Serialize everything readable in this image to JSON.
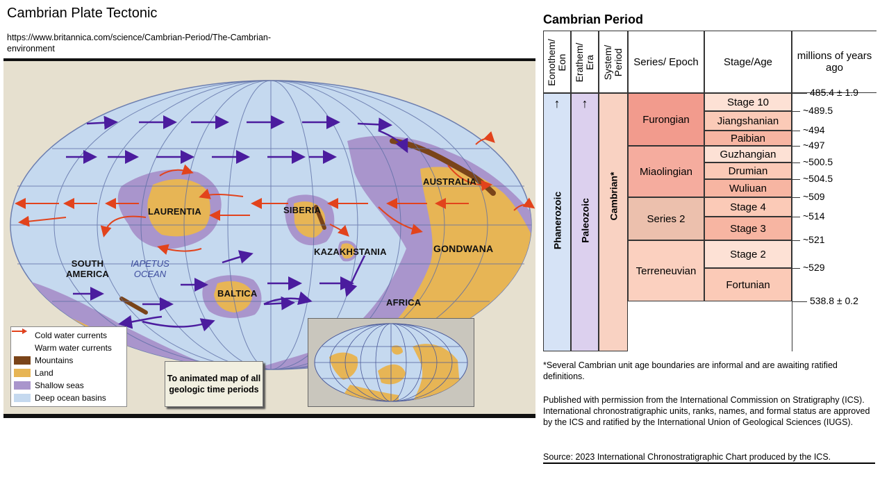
{
  "slide": {
    "title": "Cambrian Plate Tectonic",
    "source_url": "https://www.britannica.com/science/Cambrian-Period/The-Cambrian-environment"
  },
  "map": {
    "labels": {
      "laurentia": "LAURENTIA",
      "siberia": "SIBERIA",
      "kazakhstania": "KAZAKHSTANIA",
      "australia": "AUSTRALIA",
      "gondwana": "GONDWANA",
      "south_america": "SOUTH AMERICA",
      "iapetus_ocean": "IAPETUS OCEAN",
      "baltica": "BALTICA",
      "africa": "AFRICA"
    },
    "legend": [
      {
        "label": "Cold water currents",
        "kind": "arrow",
        "color": "#4b1c9e"
      },
      {
        "label": "Warm water currents",
        "kind": "arrow",
        "color": "#e2431c"
      },
      {
        "label": "Mountains",
        "kind": "swatch",
        "color": "#7a4419"
      },
      {
        "label": "Land",
        "kind": "swatch",
        "color": "#e7b555"
      },
      {
        "label": "Shallow seas",
        "kind": "swatch",
        "color": "#a995cc"
      },
      {
        "label": "Deep ocean basins",
        "kind": "swatch",
        "color": "#c5d9ef"
      }
    ],
    "animated_button_label": "To animated map of all geologic time periods"
  },
  "chart": {
    "title": "Cambrian Period",
    "headers": {
      "eon": "Eonothem/ Eon",
      "era": "Erathem/ Era",
      "period": "System/ Period",
      "series": "Series/ Epoch",
      "stage": "Stage/Age",
      "mya": "millions of years ago"
    },
    "eon": "Phanerozoic",
    "era": "Paleozoic",
    "period": "Cambrian",
    "period_mark": "*",
    "series": [
      "Furongian",
      "Miaolingian",
      "Series 2",
      "Terreneuvian"
    ],
    "stages": [
      "Stage 10",
      "Jiangshanian",
      "Paibian",
      "Guzhangian",
      "Drumian",
      "Wuliuan",
      "Stage 4",
      "Stage 3",
      "Stage 2",
      "Fortunian"
    ],
    "ages": [
      "485.4 ± 1.9",
      "~489.5",
      "~494",
      "~497",
      "~500.5",
      "~504.5",
      "~509",
      "~514",
      "~521",
      "~529",
      "538.8 ± 0.2"
    ],
    "footnote": "*Several Cambrian unit age boundaries are informal and are awaiting ratified definitions.",
    "permission": "Published with permission from the International Commission on Stratigraphy (ICS). International chronostratigraphic units, ranks, names, and formal status are approved by the ICS and ratified by the International Union of Geological Sciences (IUGS).",
    "source": "Source: 2023 International Chronostratigraphic Chart produced by the ICS.",
    "colors": {
      "eon": "#d6e3f6",
      "era": "#dcd0ee",
      "period": "#f9d2c2",
      "furongian": "#f29b8d",
      "miaolingian": "#f5ac9e",
      "series2": "#ecc0ad",
      "terreneuvian": "#fbd0bf",
      "stage_light": "#fde1d5",
      "stage_mid": "#fbcab7",
      "stage_dark": "#f7b5a2"
    }
  }
}
